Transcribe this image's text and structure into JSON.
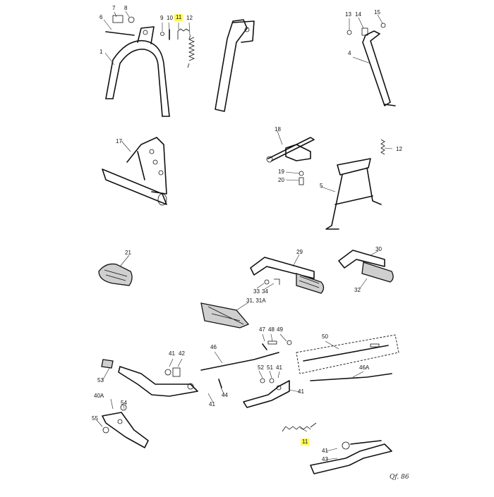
{
  "labels": {
    "l1": "1",
    "l6": "6",
    "l7": "7",
    "l8": "8",
    "l9": "9",
    "l10": "10",
    "l11a": "11",
    "l12a": "12",
    "l13": "13",
    "l14": "14",
    "l15": "15",
    "l4": "4",
    "l17": "17",
    "l18": "18",
    "l12b": "12",
    "l19": "19",
    "l20": "20",
    "l5": "5",
    "l21": "21",
    "l29": "29",
    "l30": "30",
    "l33": "33",
    "l34": "34",
    "l32": "32",
    "l31": "31, 31A",
    "l47": "47",
    "l48": "48",
    "l49": "49",
    "l50": "50",
    "l41a": "41",
    "l42": "42",
    "l46": "46",
    "l52": "52",
    "l51": "51",
    "l41b": "41",
    "l41c": "41",
    "l46a": "46A",
    "l53": "53",
    "l44": "44",
    "l41d": "41",
    "l40a": "40A",
    "l54": "54",
    "l55": "55",
    "l11b": "11",
    "l41e": "41",
    "l43": "43"
  },
  "signature": "Qf. 86"
}
